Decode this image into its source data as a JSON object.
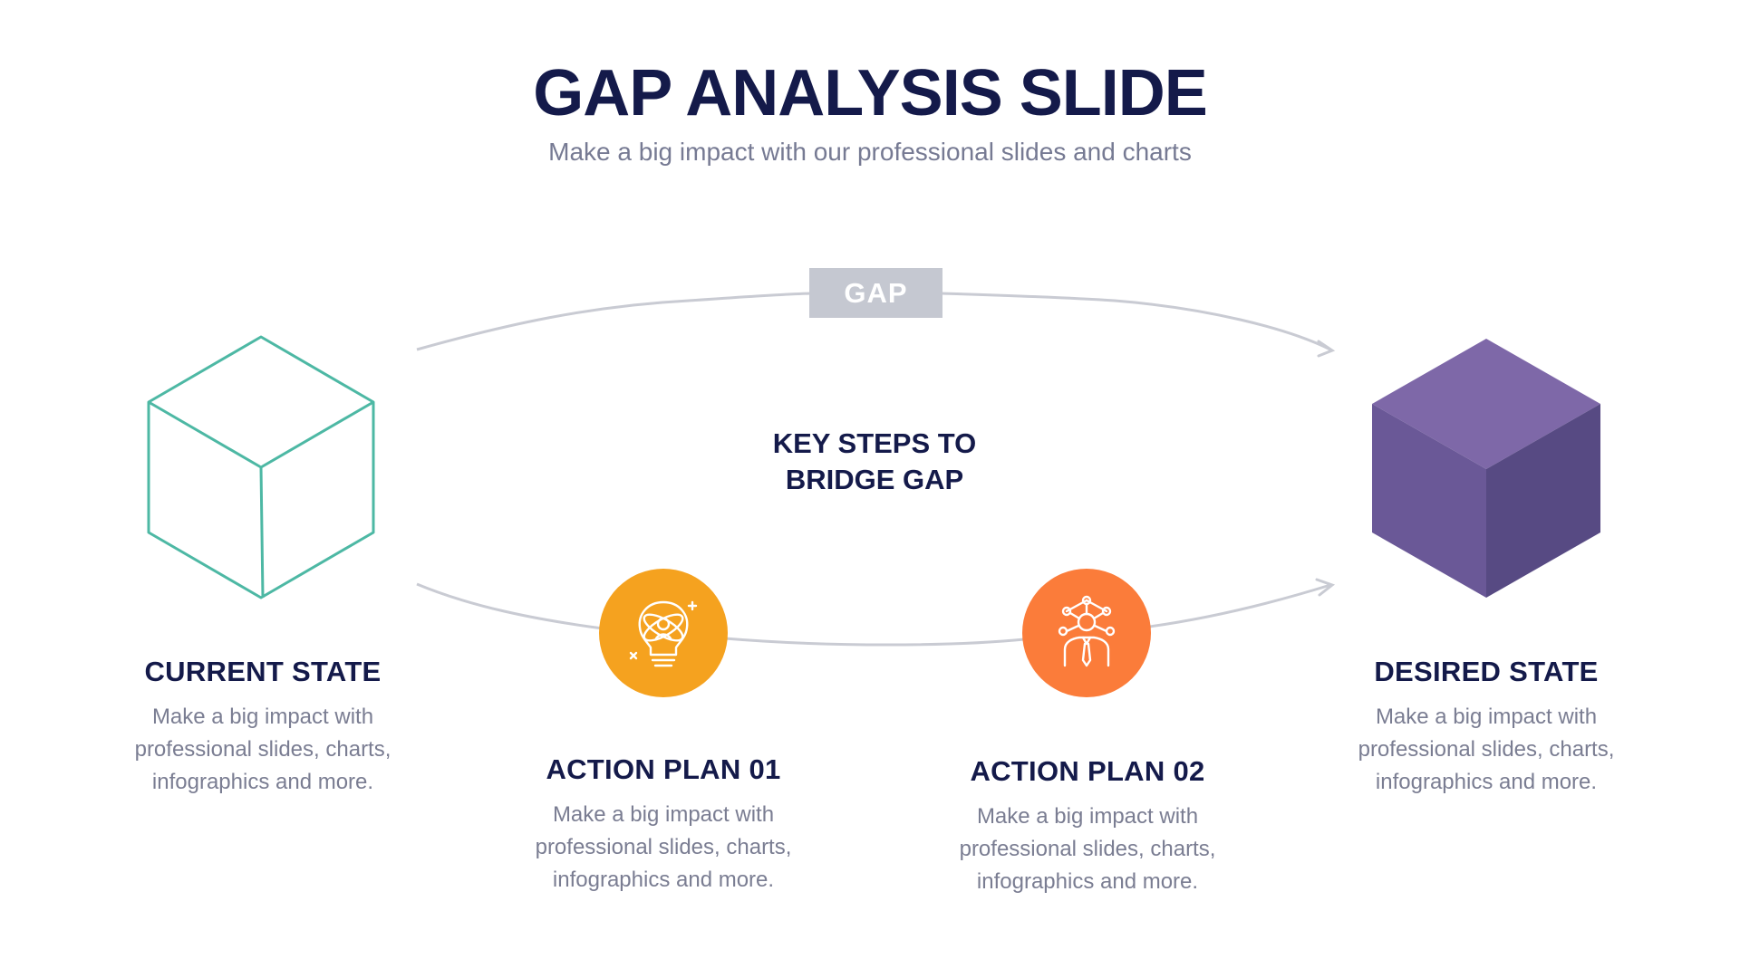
{
  "slide": {
    "title": "GAP ANALYSIS SLIDE",
    "subtitle": "Make a big impact with our professional slides and charts"
  },
  "gap": {
    "label": "GAP"
  },
  "center": {
    "line1": "KEY STEPS TO",
    "line2": "BRIDGE GAP"
  },
  "current_state": {
    "heading": "CURRENT STATE",
    "lines": [
      "Make a big impact with",
      "professional slides, charts,",
      "infographics and more."
    ],
    "icon": "cube-outline-icon",
    "color": "#4db8a4"
  },
  "action_plan_01": {
    "heading": "ACTION PLAN 01",
    "lines": [
      "Make a big impact with",
      "professional slides, charts,",
      "infographics and more."
    ],
    "icon": "lightbulb-atom-icon",
    "color": "#f5a21f"
  },
  "action_plan_02": {
    "heading": "ACTION PLAN 02",
    "lines": [
      "Make a big impact with",
      "professional slides, charts,",
      "infographics and more."
    ],
    "icon": "businessman-network-icon",
    "color": "#fb7c3a"
  },
  "desired_state": {
    "heading": "DESIRED STATE",
    "lines": [
      "Make a big impact with",
      "professional slides, charts,",
      "infographics and more."
    ],
    "icon": "cube-solid-icon",
    "colors": {
      "top": "#7e68a8",
      "left": "#6a5897",
      "right": "#574a83"
    }
  },
  "theme": {
    "title_color": "#141a4a",
    "body_color": "#7a7d92",
    "connector_color": "#c9cbd3",
    "gap_badge_color": "#c5c8d1"
  }
}
